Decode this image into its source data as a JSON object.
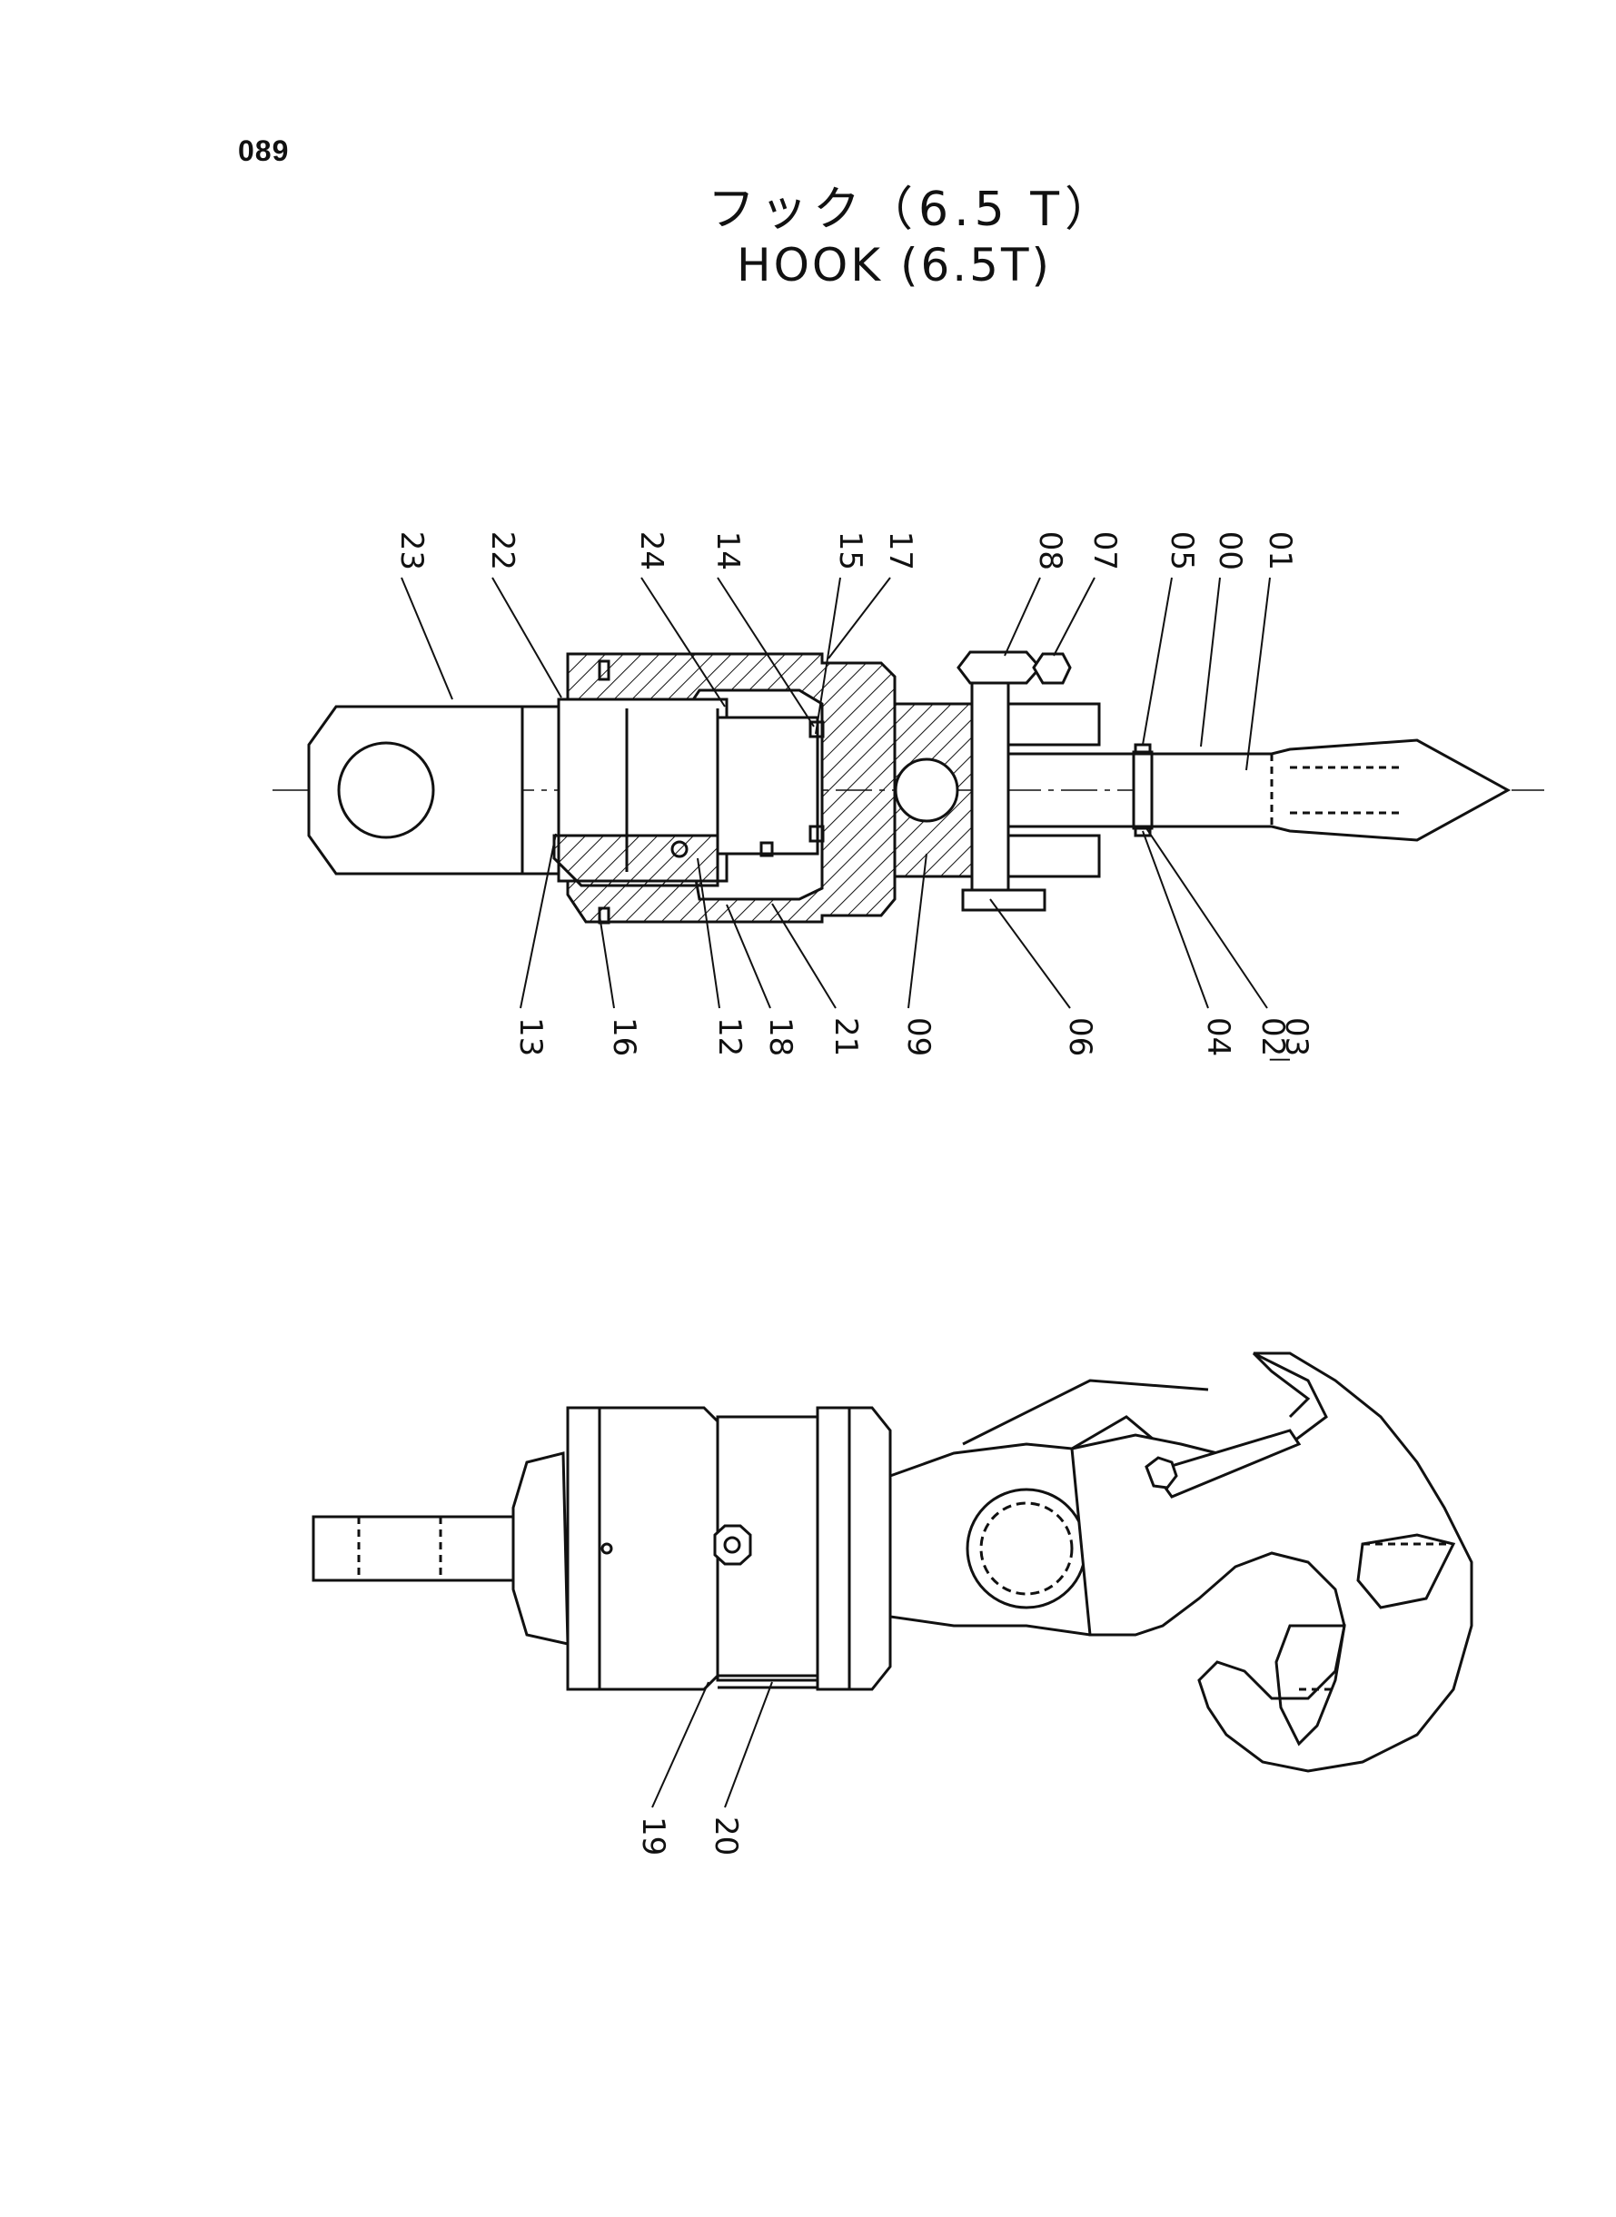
{
  "page_number": "089",
  "title": {
    "japanese": "フック（6.5 T）",
    "english": "HOOK (6.5T)"
  },
  "section_view": {
    "callouts_top": [
      "23",
      "22",
      "24",
      "14",
      "15",
      "17",
      "08",
      "07",
      "05",
      "00",
      "01"
    ],
    "callouts_bottom": [
      "13",
      "16",
      "12",
      "18",
      "21",
      "09",
      "06",
      "04",
      "02",
      "03"
    ],
    "callout_range_separator": "|"
  },
  "exterior_view": {
    "callouts": [
      "19",
      "20"
    ]
  },
  "colors": {
    "ink": "#111111",
    "paper": "#ffffff"
  }
}
